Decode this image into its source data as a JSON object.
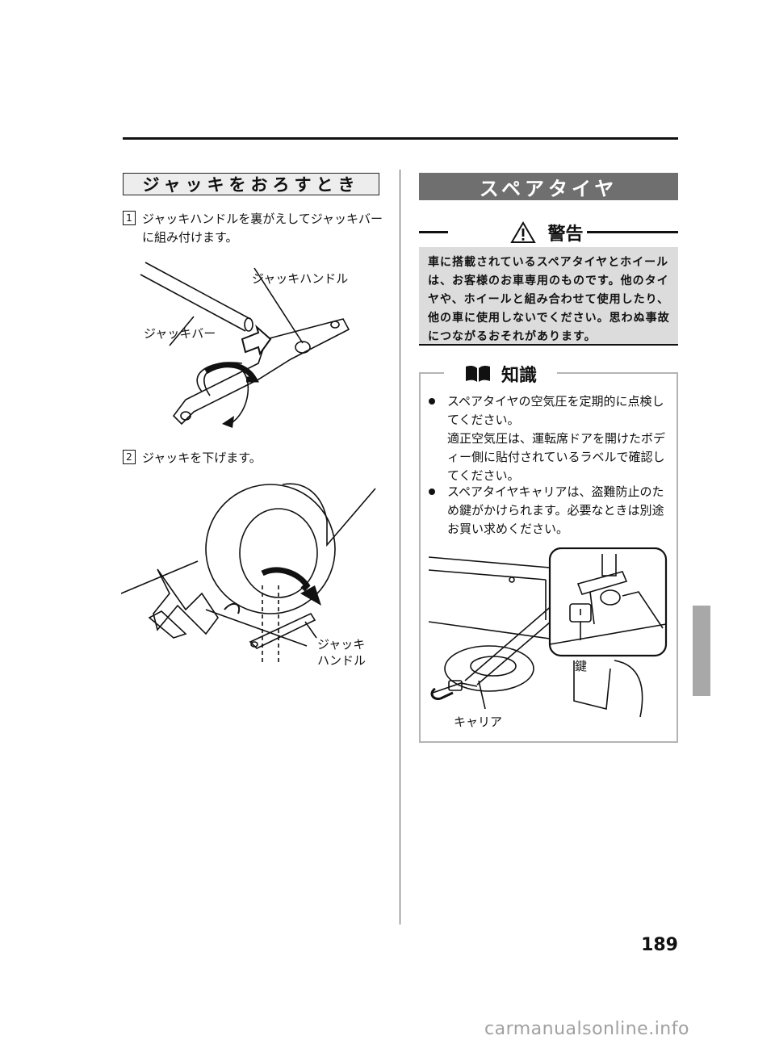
{
  "left": {
    "header": "ジャッキをおろすとき",
    "steps": [
      {
        "num": "1",
        "text": "ジャッキハンドルを裏がえしてジャッキバーに組み付けます。"
      },
      {
        "num": "2",
        "text": "ジャッキを下げます。"
      }
    ],
    "figure1": {
      "label_handle": "ジャッキハンドル",
      "label_bar": "ジャッキバー"
    },
    "figure2": {
      "label_handle_line1": "ジャッキ",
      "label_handle_line2": "ハンドル"
    }
  },
  "right": {
    "header": "スペアタイヤ",
    "warning": {
      "title": "警告",
      "text": "車に搭載されているスペアタイヤとホイールは、お客様のお車専用のものです。他のタイヤや、ホイールと組み合わせて使用したり、他の車に使用しないでください。思わぬ事故につながるおそれがあります。"
    },
    "info": {
      "title": "知識",
      "bullets": [
        {
          "text": "スペアタイヤの空気圧を定期的に点検してください。",
          "sub": "適正空気圧は、運転席ドアを開けたボディー側に貼付されているラベルで確認してください。"
        },
        {
          "text": "スペアタイヤキャリアは、盗難防止のため鍵がかけられます。必要なときは別途お買い求めください。",
          "sub": ""
        }
      ],
      "figure": {
        "label_key": "鍵",
        "label_carrier": "キャリア"
      }
    }
  },
  "page_number": "189",
  "watermark": "carmanualsonline.info"
}
